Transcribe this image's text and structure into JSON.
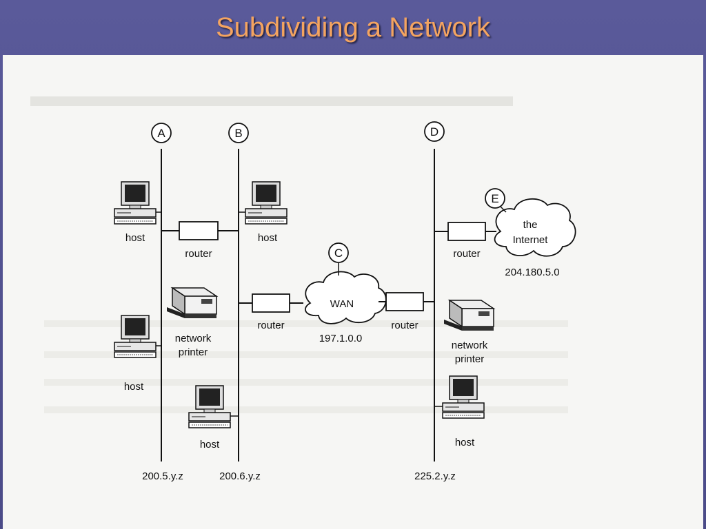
{
  "slide": {
    "title": "Subdividing a Network"
  },
  "segments": [
    {
      "letter": "A",
      "net": "200.5.y.z"
    },
    {
      "letter": "B",
      "net": "200.6.y.z"
    },
    {
      "letter": "D",
      "net": "225.2.y.z"
    }
  ],
  "clouds": [
    {
      "letter": "C",
      "label": "WAN",
      "net": "197.1.0.0"
    },
    {
      "letter": "E",
      "label_line1": "the",
      "label_line2": "Internet",
      "net": "204.180.5.0"
    }
  ],
  "device_labels": {
    "host": "host",
    "router": "router",
    "printer_line1": "network",
    "printer_line2": "printer"
  }
}
